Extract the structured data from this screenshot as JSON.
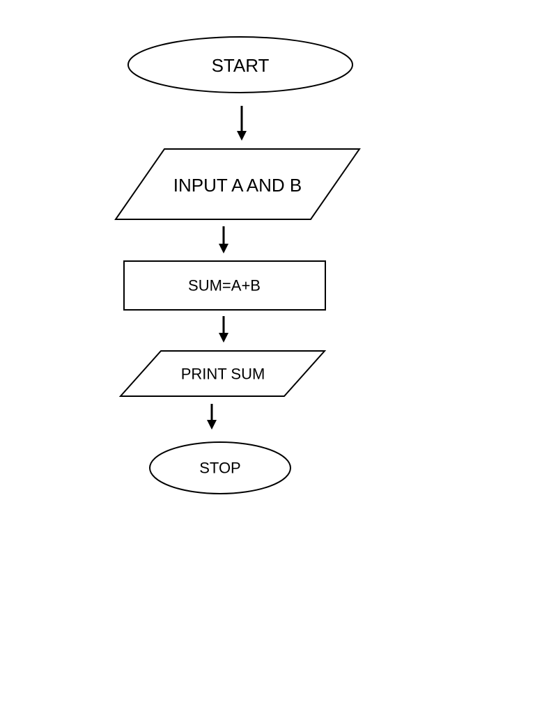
{
  "flowchart": {
    "nodes": [
      {
        "id": "start",
        "shape": "terminal",
        "label": "START"
      },
      {
        "id": "input",
        "shape": "input-output",
        "label": "INPUT A AND B"
      },
      {
        "id": "process",
        "shape": "process",
        "label": "SUM=A+B"
      },
      {
        "id": "output",
        "shape": "input-output",
        "label": "PRINT SUM"
      },
      {
        "id": "stop",
        "shape": "terminal",
        "label": "STOP"
      }
    ],
    "edges": [
      {
        "from": "start",
        "to": "input"
      },
      {
        "from": "input",
        "to": "process"
      },
      {
        "from": "process",
        "to": "output"
      },
      {
        "from": "output",
        "to": "stop"
      }
    ]
  }
}
